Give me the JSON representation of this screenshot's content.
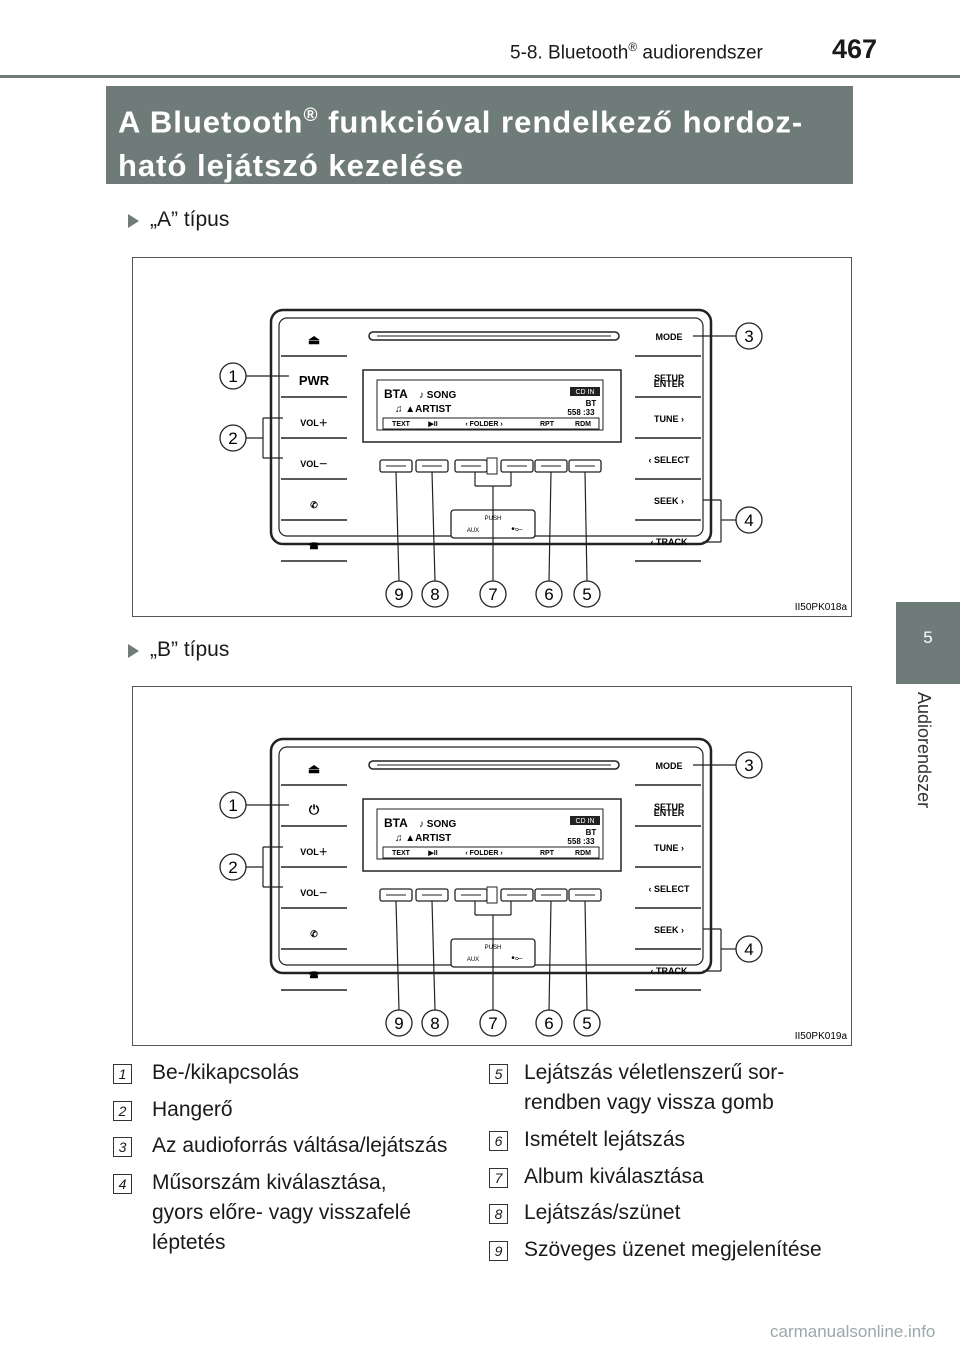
{
  "header": {
    "section": "5-8. Bluetooth",
    "reg": "®",
    "section_rest": " audiorendszer",
    "page": "467"
  },
  "tab": {
    "number": "5",
    "label": "Audiorendszer"
  },
  "banner": {
    "line1_a": "A Bluetooth",
    "reg": "®",
    "line1_b": " funkcióval rendelkező hordoz-",
    "line2": "ható lejátszó kezelése"
  },
  "types": [
    {
      "label": "„A” típus",
      "code": "II50PK018a",
      "power_label": "PWR"
    },
    {
      "label": "„B” típus",
      "code": "II50PK019a",
      "power_label": "⏻"
    }
  ],
  "radio": {
    "eject": "⏏",
    "vol_up": "VOL＋",
    "vol_down": "VOL－",
    "phone_on": "✆",
    "phone_off": "☎",
    "mode": "MODE",
    "setup": "SETUP",
    "enter": "ENTER",
    "tune": "TUNE ›",
    "select": "‹ SELECT",
    "seek": "SEEK ›",
    "track": "‹ TRACK",
    "push": "PUSH",
    "aux": "AUX",
    "usb": "•⟜",
    "display": {
      "bta": "BTA",
      "song": "♪ SONG",
      "artist": "♫ ▲ARTIST",
      "cdin": "CD IN",
      "bt": "BT",
      "time": "558 :33",
      "softkeys": [
        "TEXT",
        "▶II",
        "‹ FOLDER ›",
        "RPT",
        "RDM"
      ]
    },
    "callouts": [
      "1",
      "2",
      "3",
      "4",
      "5",
      "6",
      "7",
      "8",
      "9"
    ]
  },
  "legend": [
    {
      "num": "1",
      "text": "Be-/kikapcsolás"
    },
    {
      "num": "2",
      "text": "Hangerő"
    },
    {
      "num": "3",
      "text": "Az audioforrás váltása/lejátszás"
    },
    {
      "num": "4",
      "text_lines": [
        "Műsorszám kiválasztása,",
        "gyors előre- vagy visszafelé",
        "léptetés"
      ]
    },
    {
      "num": "5",
      "text_lines": [
        "Lejátszás véletlenszerű sor-",
        "rendben vagy vissza gomb"
      ]
    },
    {
      "num": "6",
      "text": "Ismételt lejátszás"
    },
    {
      "num": "7",
      "text": "Album kiválasztása"
    },
    {
      "num": "8",
      "text": "Lejátszás/szünet"
    },
    {
      "num": "9",
      "text": "Szöveges üzenet megjelenítése"
    }
  ],
  "footer": "carmanualsonline.info"
}
